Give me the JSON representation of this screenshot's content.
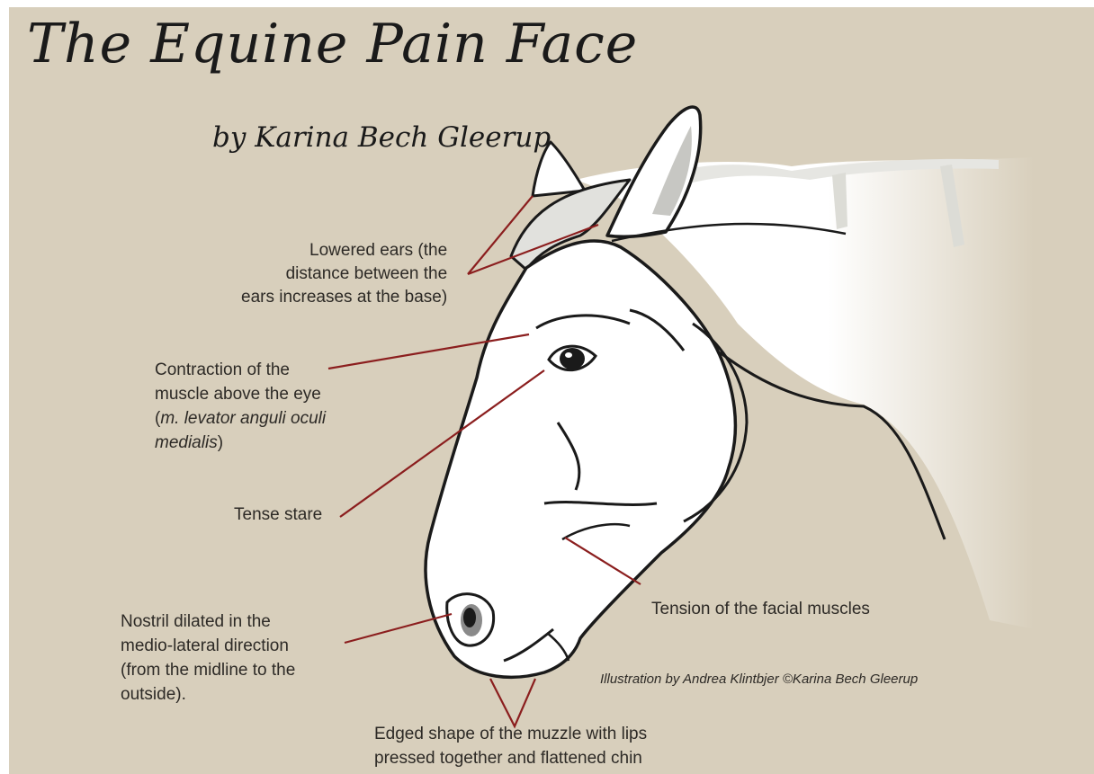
{
  "title": "The Equine Pain Face",
  "byline": "by Karina Bech Gleerup",
  "labels": {
    "ears": [
      "Lowered ears (the",
      "distance between the",
      "ears increases at the base)"
    ],
    "eye_muscle": {
      "lines": [
        "Contraction of the",
        "muscle above the eye"
      ],
      "latin_open": "(",
      "latin_1": "m. levator anguli oculi",
      "latin_2": "medialis",
      "latin_close": ")"
    },
    "stare": "Tense stare",
    "facial": "Tension of the facial muscles",
    "nostril": [
      "Nostril dilated in the",
      "medio-lateral direction",
      "(from the midline to the",
      "outside)."
    ],
    "muzzle": [
      "Edged shape of the muzzle with lips",
      "pressed together and flattened chin"
    ]
  },
  "credit": "Illustration by Andrea Klintbjer ©Karina Bech Gleerup",
  "colors": {
    "background": "#d8cfbc",
    "pointer_lines": "#8b1e1e",
    "outline": "#1a1a1a",
    "horse_fill": "#ffffff"
  }
}
